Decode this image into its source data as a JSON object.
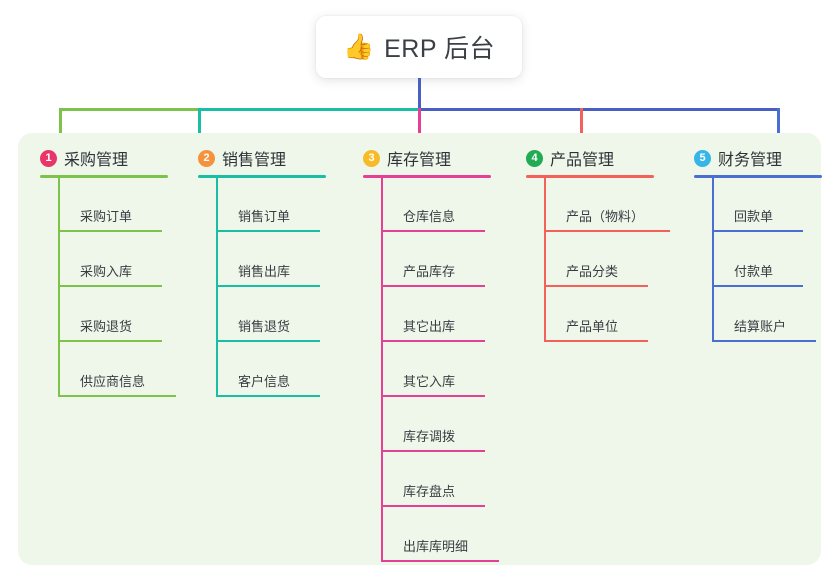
{
  "root": {
    "icon": "thumbs-up-icon",
    "emoji": "👍",
    "title": "ERP 后台"
  },
  "colors": {
    "canvas_background": "#ffffff",
    "panel_background": "#eef7ea",
    "card_background": "#ffffff",
    "trunk": "#4a5fc4",
    "text_primary": "#3b3f46",
    "text_item": "#3a3d43"
  },
  "columns": [
    {
      "index": "1",
      "title": "采购管理",
      "badge_color": "#e8366b",
      "line_color": "#7cc24b",
      "bus_color": "#7cc24b",
      "items": [
        "采购订单",
        "采购入库",
        "采购退货",
        "供应商信息"
      ]
    },
    {
      "index": "2",
      "title": "销售管理",
      "badge_color": "#f5923e",
      "line_color": "#18bfa5",
      "bus_color": "#18bfa5",
      "items": [
        "销售订单",
        "销售出库",
        "销售退货",
        "客户信息"
      ]
    },
    {
      "index": "3",
      "title": "库存管理",
      "badge_color": "#f7bb28",
      "line_color": "#e53f96",
      "bus_color": "#4a5fc4",
      "items": [
        "仓库信息",
        "产品库存",
        "其它出库",
        "其它入库",
        "库存调拨",
        "库存盘点",
        "出库库明细"
      ]
    },
    {
      "index": "4",
      "title": "产品管理",
      "badge_color": "#22ab55",
      "line_color": "#f4605a",
      "bus_color": "#4a5fc4",
      "items": [
        "产品（物料）",
        "产品分类",
        "产品单位"
      ]
    },
    {
      "index": "5",
      "title": "财务管理",
      "badge_color": "#36b6e8",
      "line_color": "#4a6fd0",
      "bus_color": "#4a5fc4",
      "items": [
        "回款单",
        "付款单",
        "结算账户"
      ]
    }
  ]
}
